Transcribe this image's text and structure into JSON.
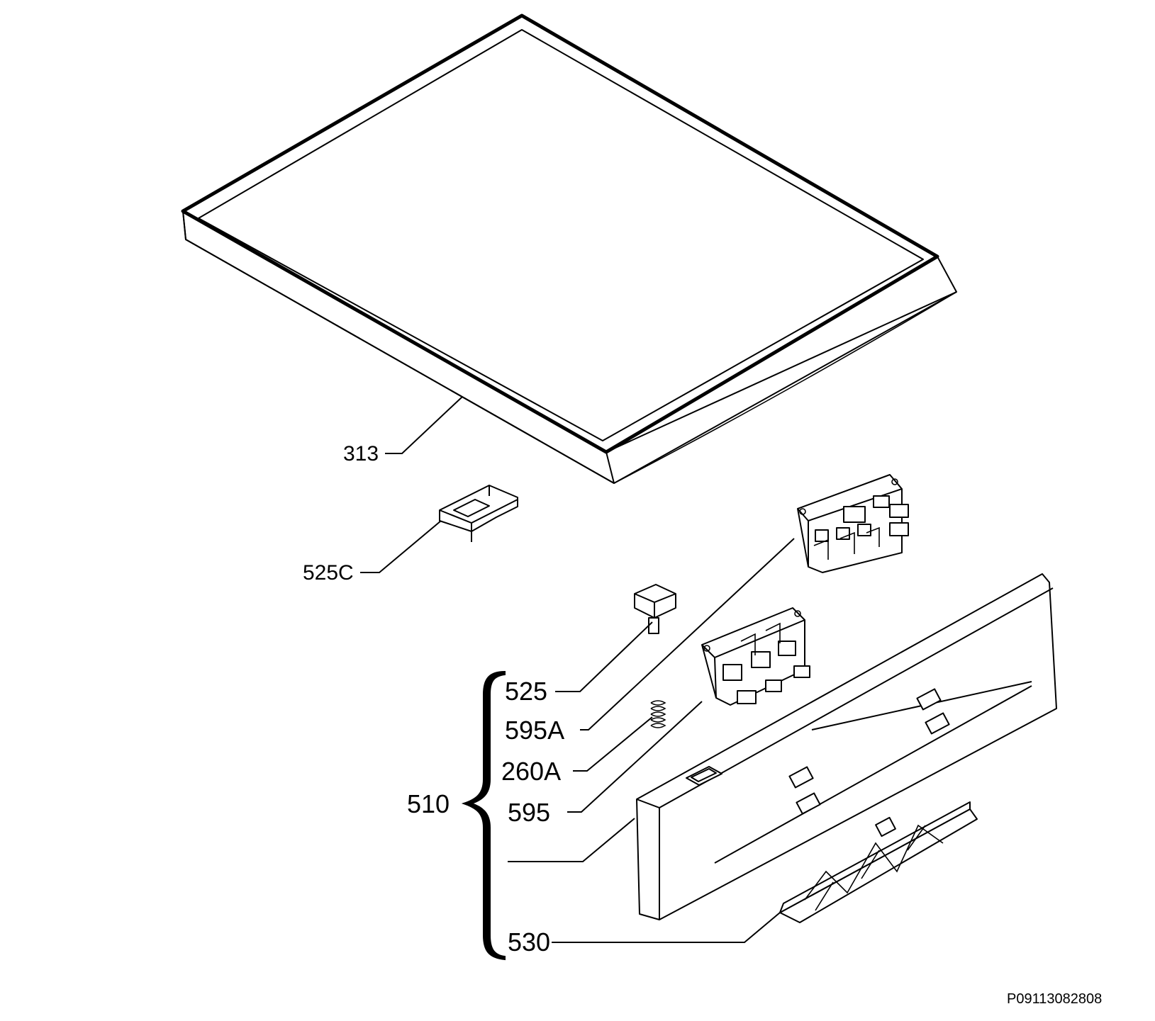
{
  "parts": [
    {
      "id": "313",
      "label": "313"
    },
    {
      "id": "525C",
      "label": "525C"
    },
    {
      "id": "525",
      "label": "525"
    },
    {
      "id": "595A",
      "label": "595A"
    },
    {
      "id": "260A",
      "label": "260A"
    },
    {
      "id": "595",
      "label": "595"
    },
    {
      "id": "510",
      "label": "510"
    },
    {
      "id": "530",
      "label": "530"
    }
  ],
  "drawing_code": "P09113082808"
}
